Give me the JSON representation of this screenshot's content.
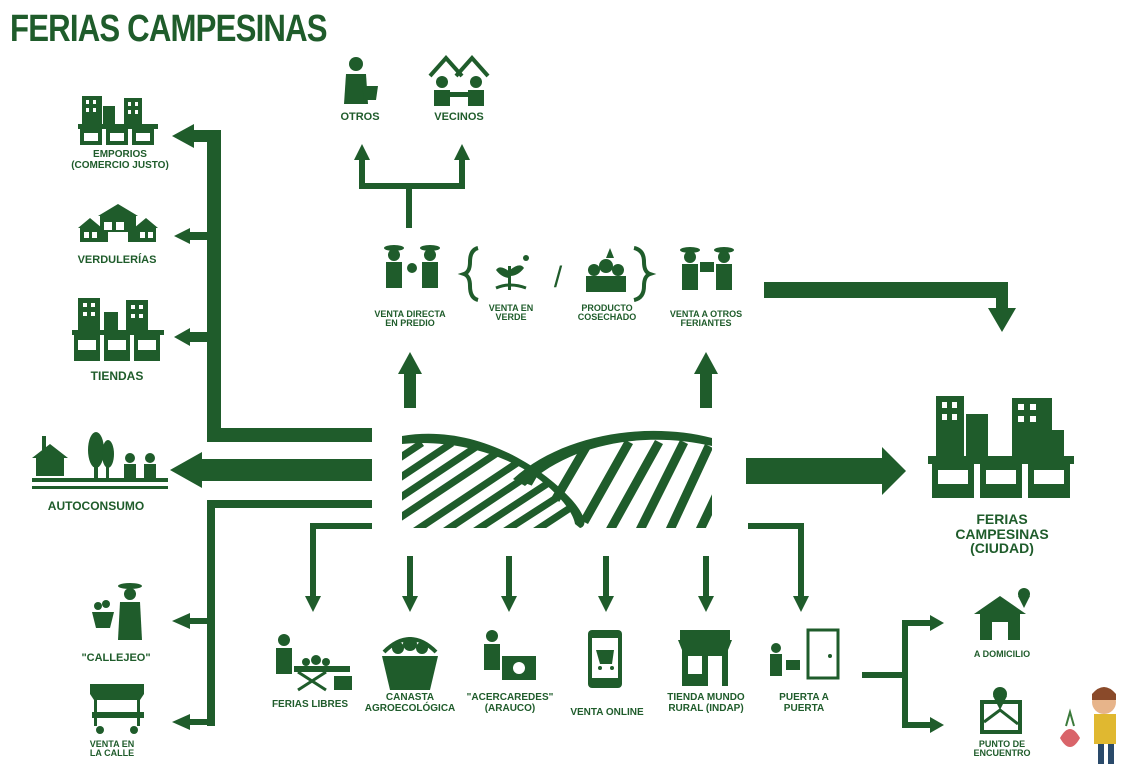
{
  "title": "FERIAS CAMPESINAS",
  "colors": {
    "primary": "#1f5c2b",
    "background": "#ffffff"
  },
  "left": {
    "emporios": "EMPORIOS\n(COMERCIO JUSTO)",
    "verdulerias": "VERDULERÍAS",
    "tiendas": "TIENDAS",
    "autoconsumo": "AUTOCONSUMO",
    "callejeo": "\"CALLEJEO\"",
    "venta_calle": "VENTA EN\nLA CALLE"
  },
  "top": {
    "otros": "OTROS",
    "vecinos": "VECINOS",
    "venta_directa": "VENTA DIRECTA\nEN PREDIO",
    "venta_verde": "VENTA EN\nVERDE",
    "slash": "/",
    "producto_cosechado": "PRODUCTO\nCOSECHADO",
    "venta_otros_feriantes": "VENTA A OTROS\nFERIANTES"
  },
  "right": {
    "ferias_ciudad": "FERIAS CAMPESINAS\n(CIUDAD)",
    "a_domicilio": "A DOMICILIO",
    "punto_encuentro": "PUNTO DE\nENCUENTRO"
  },
  "bottom": {
    "ferias_libres": "FERIAS LIBRES",
    "canasta": "CANASTA\nAGROECOLÓGICA",
    "acercaredes": "\"ACERCAREDES\"\n(ARAUCO)",
    "venta_online": "VENTA ONLINE",
    "tienda_mundo_rural": "TIENDA MUNDO\nRURAL (INDAP)",
    "puerta_a_puerta": "PUERTA A\nPUERTA"
  }
}
